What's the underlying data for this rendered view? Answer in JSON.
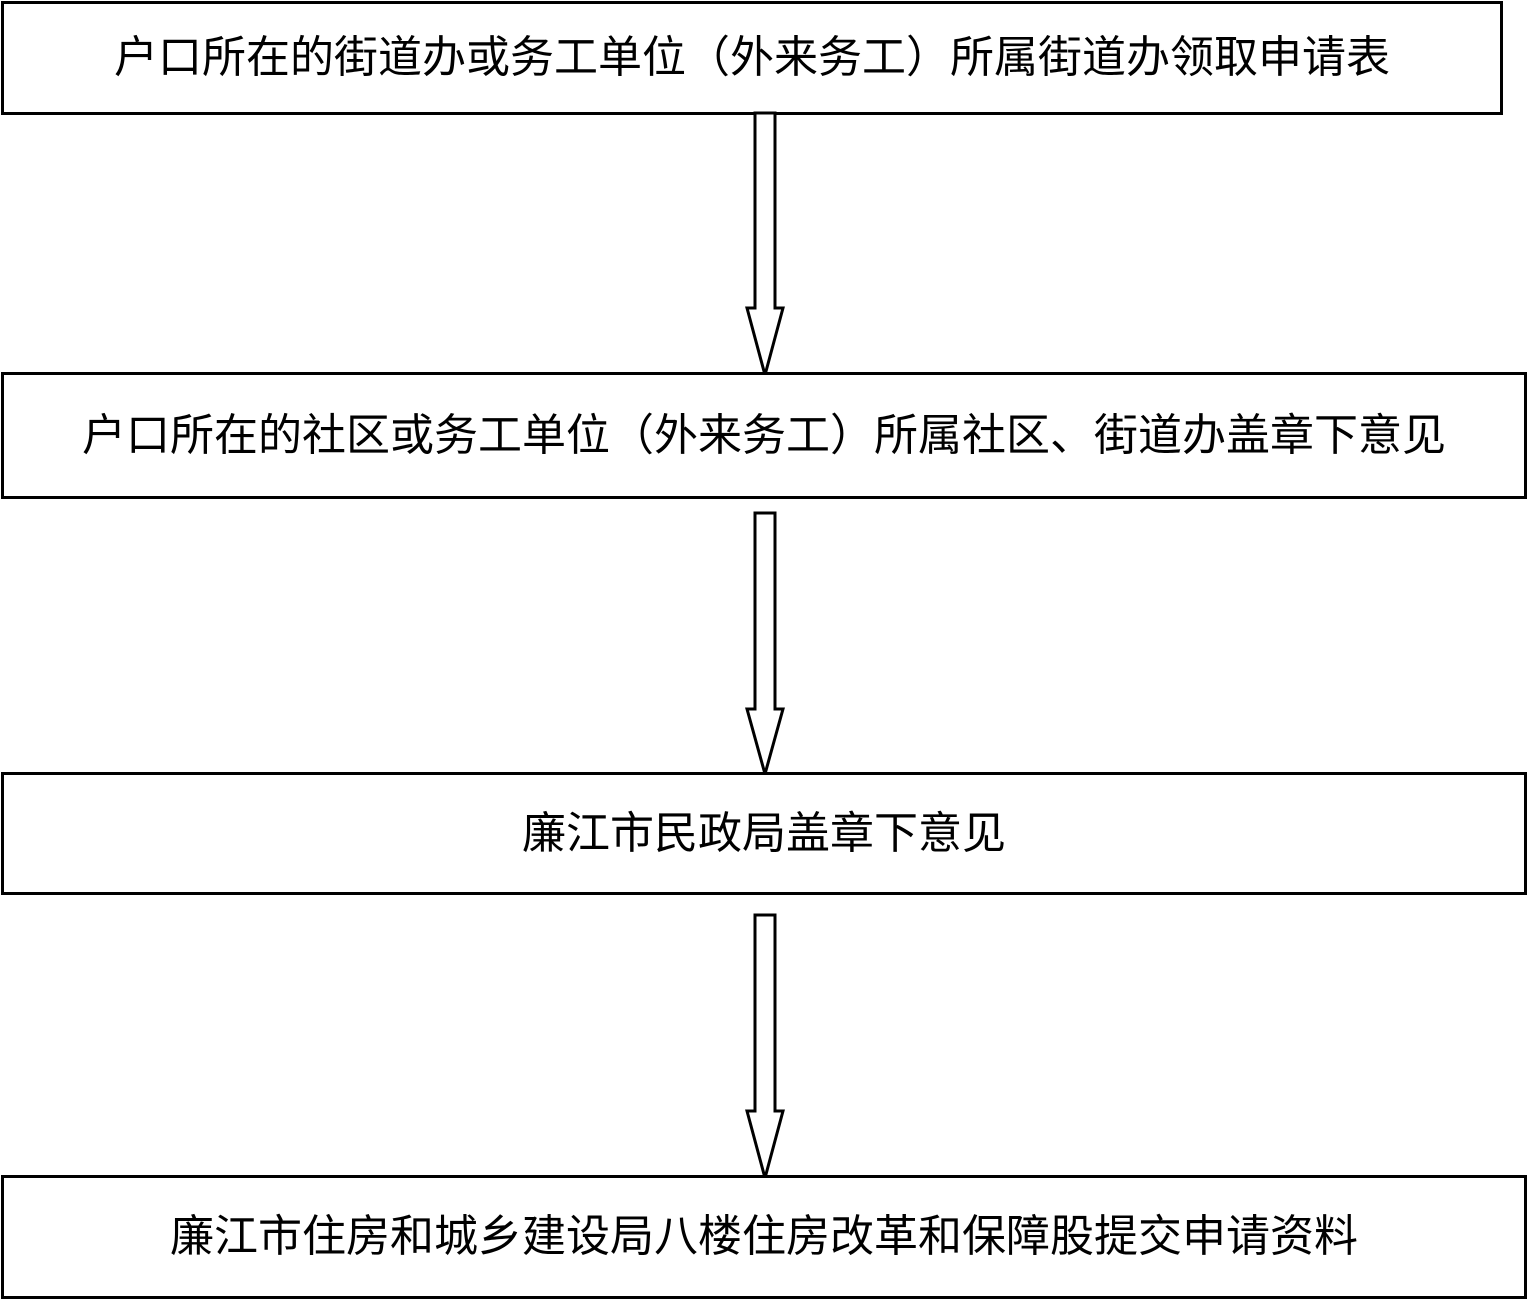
{
  "flowchart": {
    "steps": [
      {
        "label": "户口所在的街道办或务工单位（外来务工）所属街道办领取申请表"
      },
      {
        "label": "户口所在的社区或务工单位（外来务工）所属社区、街道办盖章下意见"
      },
      {
        "label": "廉江市民政局盖章下意见"
      },
      {
        "label": "廉江市住房和城乡建设局八楼住房改革和保障股提交申请资料"
      }
    ],
    "connector_style": "hollow-arrow",
    "colors": {
      "stroke": "#000000",
      "fill": "#ffffff"
    }
  }
}
